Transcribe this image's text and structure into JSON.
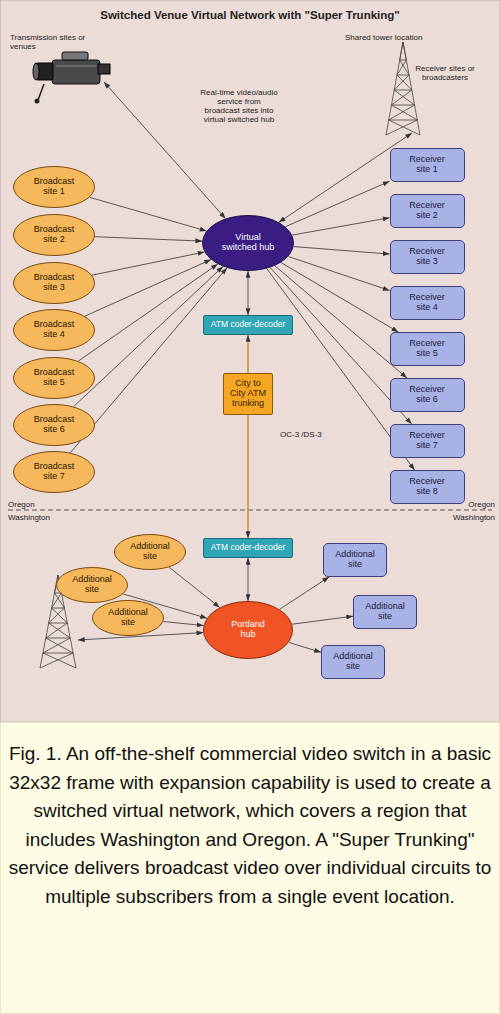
{
  "diagram": {
    "title": "Switched Venue Virtual Network with \"Super Trunking\"",
    "caption": "Fig. 1. An off-the-shelf commercial video switch in a basic 32x32 frame with expansion capability is used to create a switched virtual network, which covers a region that includes Washington and Oregon. A \"Super Trunking\" service delivers broadcast video over individual circuits to multiple subscribers from a single event location.",
    "nodes": [
      {
        "text": [
          "Broadcast site 1"
        ]
      },
      {
        "text": [
          "Broadcast site 2"
        ]
      },
      {
        "text": [
          "Broadcast site 3"
        ]
      },
      {
        "text": [
          "Broadcast site 4"
        ]
      },
      {
        "text": [
          "Broadcast site 5"
        ]
      },
      {
        "text": [
          "Broadcast site 6"
        ]
      },
      {
        "text": [
          "Broadcast site 7"
        ]
      },
      {
        "text": [
          "Virtual switched hub"
        ]
      },
      {
        "text": [
          "Receiver site 1"
        ]
      },
      {
        "text": [
          "Receiver site 2"
        ]
      },
      {
        "text": [
          "Receiver site 3"
        ]
      },
      {
        "text": [
          "Receiver site 4"
        ]
      },
      {
        "text": [
          "Receiver site 5"
        ]
      },
      {
        "text": [
          "Receiver site 6"
        ]
      },
      {
        "text": [
          "Receiver site 7"
        ]
      },
      {
        "text": [
          "Receiver site 8"
        ]
      },
      {
        "text": [
          "ATM coder-decoder"
        ]
      },
      {
        "text": [
          "City to City ATM trunking"
        ]
      },
      {
        "text": [
          "ATM coder-decoder"
        ]
      },
      {
        "text": [
          "Additional site"
        ]
      },
      {
        "text": [
          "Additional site"
        ]
      },
      {
        "text": [
          "Additional site"
        ]
      },
      {
        "text": [
          "Portland hub"
        ]
      },
      {
        "text": [
          "Additional site"
        ]
      },
      {
        "text": [
          "Additional site"
        ]
      },
      {
        "text": [
          "Additional site"
        ]
      }
    ],
    "edges": [
      {
        "from": 0,
        "to": 7,
        "arrow": "to"
      },
      {
        "from": 1,
        "to": 7,
        "arrow": "to"
      },
      {
        "from": 2,
        "to": 7,
        "arrow": "to"
      },
      {
        "from": 3,
        "to": 7,
        "arrow": "to"
      },
      {
        "from": 4,
        "to": 7,
        "arrow": "to"
      },
      {
        "from": 5,
        "to": 7,
        "arrow": "to"
      },
      {
        "from": 6,
        "to": 7,
        "arrow": "to"
      },
      {
        "from": 7,
        "to": 8,
        "arrow": "to"
      },
      {
        "from": 7,
        "to": 9,
        "arrow": "to"
      },
      {
        "from": 7,
        "to": 10,
        "arrow": "to"
      },
      {
        "from": 7,
        "to": 11,
        "arrow": "to"
      },
      {
        "from": 7,
        "to": 12,
        "arrow": "to"
      },
      {
        "from": 7,
        "to": 13,
        "arrow": "to"
      },
      {
        "from": 7,
        "to": 14,
        "arrow": "to"
      },
      {
        "from": 7,
        "to": 15,
        "arrow": "to"
      },
      {
        "from": 7,
        "to": 16,
        "arrow": "both"
      },
      {
        "from": 17,
        "to": 16,
        "arrow": "to"
      },
      {
        "from": 17,
        "to": 18,
        "arrow": "to"
      },
      {
        "from": 18,
        "to": 22,
        "arrow": "both"
      },
      {
        "from": 19,
        "to": 22,
        "arrow": "to"
      },
      {
        "from": 20,
        "to": 22,
        "arrow": "to"
      },
      {
        "from": 21,
        "to": 22,
        "arrow": "to"
      },
      {
        "from": 22,
        "to": 23,
        "arrow": "to"
      },
      {
        "from": 22,
        "to": 24,
        "arrow": "to"
      },
      {
        "from": 22,
        "to": 25,
        "arrow": "to"
      }
    ],
    "labels": [
      "Transmission sites or venues",
      "Shared tower location",
      "Receiver sites or broadcasters",
      "Real-time video/audio service from broadcast sites into virtual switched hub",
      "OC-3 /DS-3",
      "Oregon",
      "Washington",
      "Oregon",
      "Washington"
    ]
  }
}
